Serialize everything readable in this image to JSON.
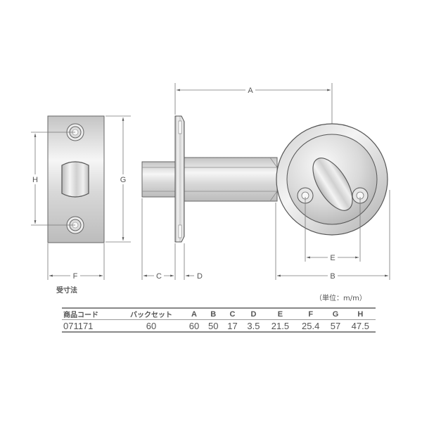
{
  "diagram": {
    "subject": "deadbolt lock with strike plate - dimension drawing",
    "views": [
      "strike-plate-front",
      "deadbolt-side",
      "thumbturn-front"
    ],
    "dimension_labels": {
      "A": "A",
      "B": "B",
      "C": "C",
      "D": "D",
      "E": "E",
      "F": "F",
      "G": "G",
      "H": "H"
    },
    "colors": {
      "line": "#555555",
      "metal_light": "#f2f2f2",
      "metal_dark": "#b8b8b8",
      "dim_line": "#777777"
    }
  },
  "caption": "受寸法",
  "unit": "（単位：m/m）",
  "spec_table": {
    "headers": [
      "商品コード",
      "バックセット",
      "A",
      "B",
      "C",
      "D",
      "E",
      "F",
      "G",
      "H"
    ],
    "rows": [
      [
        "071171",
        "60",
        "60",
        "50",
        "17",
        "3.5",
        "21.5",
        "25.4",
        "57",
        "47.5"
      ]
    ]
  }
}
